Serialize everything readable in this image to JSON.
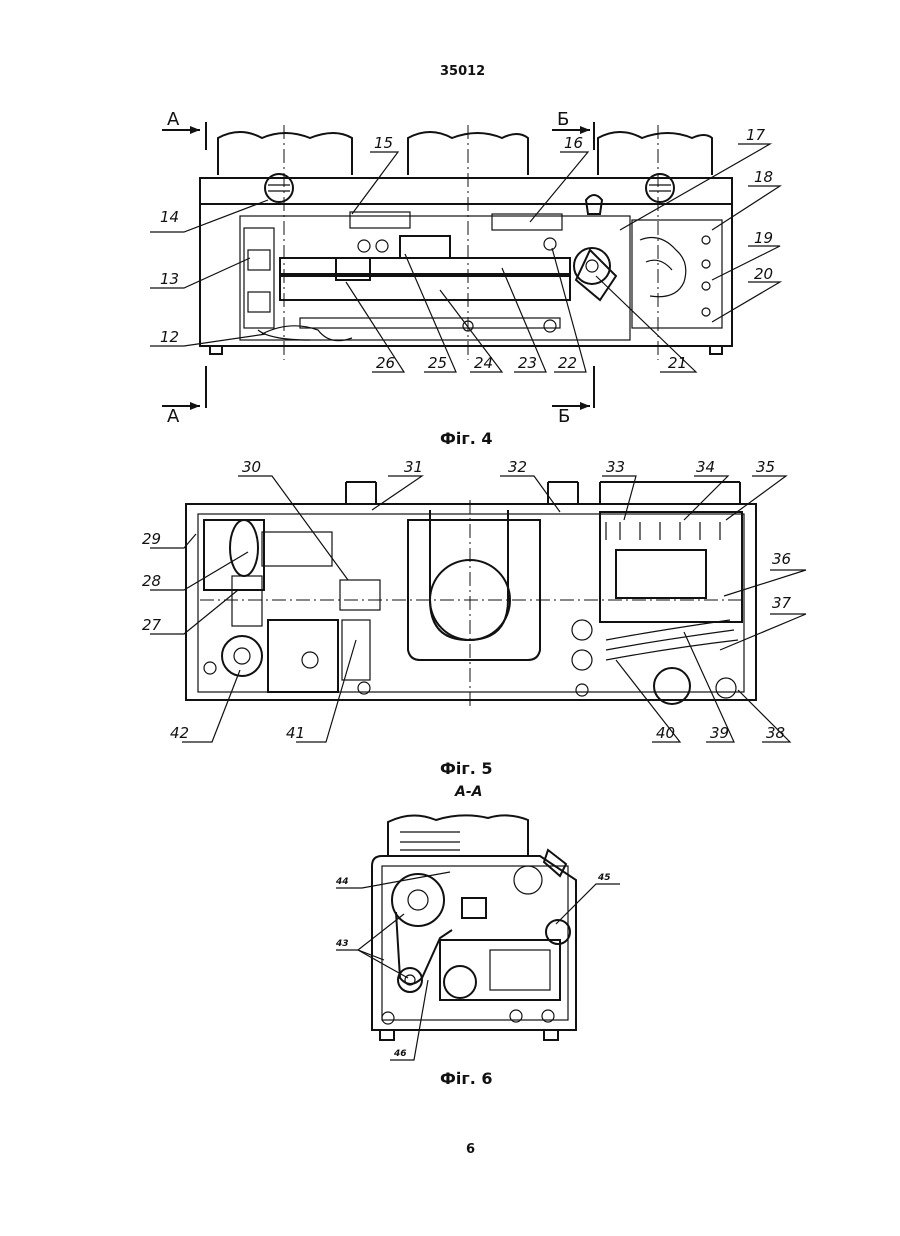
{
  "header": {
    "doc_number": "35012"
  },
  "footer": {
    "page_number": "6"
  },
  "figures": {
    "fig4": {
      "caption": "Фіг. 4",
      "section_marks": [
        "А",
        "А",
        "Б",
        "Б"
      ],
      "labels": [
        "14",
        "15",
        "16",
        "17",
        "18",
        "19",
        "20",
        "13",
        "12",
        "26",
        "25",
        "24",
        "23",
        "22",
        "21"
      ]
    },
    "fig5": {
      "caption": "Фіг. 5",
      "labels": [
        "30",
        "31",
        "32",
        "33",
        "34",
        "35",
        "29",
        "28",
        "27",
        "36",
        "37",
        "42",
        "41",
        "40",
        "39",
        "38"
      ]
    },
    "fig6": {
      "caption": "Фіг. 6",
      "subtitle": "А-А",
      "labels": [
        "44",
        "43",
        "45",
        "46"
      ]
    }
  }
}
